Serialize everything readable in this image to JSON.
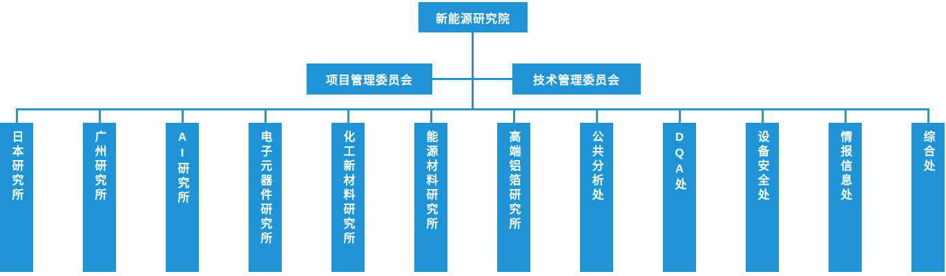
{
  "chart": {
    "type": "org-chart",
    "title_node": "新能源研究院",
    "brand_color": "#1E93D6",
    "text_color": "#FFFFFF",
    "background_color": "#FFFFFF"
  },
  "root": {
    "label": "新能源研究院"
  },
  "committees": [
    {
      "label": "项目管理委员会"
    },
    {
      "label": "技术管理委员会"
    }
  ],
  "departments": [
    {
      "label": "日本研究所"
    },
    {
      "label": "广州研究所"
    },
    {
      "label": "AI研究所"
    },
    {
      "label": "电子元器件研究所"
    },
    {
      "label": "化工新材料研究所"
    },
    {
      "label": "能源材料研究所"
    },
    {
      "label": "高端铝箔研究所"
    },
    {
      "label": "公共分析处"
    },
    {
      "label": "DQA处"
    },
    {
      "label": "设备安全处"
    },
    {
      "label": "情报信息处"
    },
    {
      "label": "综合处"
    }
  ]
}
